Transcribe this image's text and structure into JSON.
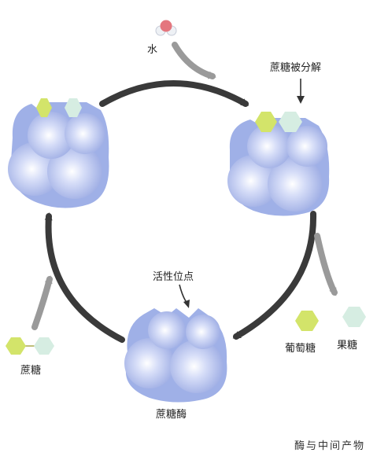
{
  "labels": {
    "water": "水",
    "sucrose_split": "蔗糖被分解",
    "active_site": "活性位点",
    "glucose": "葡萄糖",
    "fructose": "果糖",
    "sucrose": "蔗糖",
    "sucrase": "蔗糖酶",
    "caption": "酶与中间产物"
  },
  "colors": {
    "enzyme": "#b6c3f0",
    "glucose": "#d3e46a",
    "fructose": "#d6ede2",
    "cycle_arrow": "#3a3a3a",
    "side_arrow": "#9a9a9a",
    "water_atom_red": "#e4767e",
    "water_atom_white": "#eef1f5"
  },
  "icons": [
    "water-molecule-icon",
    "glucose-hexagon-icon",
    "fructose-hexagon-icon",
    "sucrase-enzyme-icon"
  ]
}
